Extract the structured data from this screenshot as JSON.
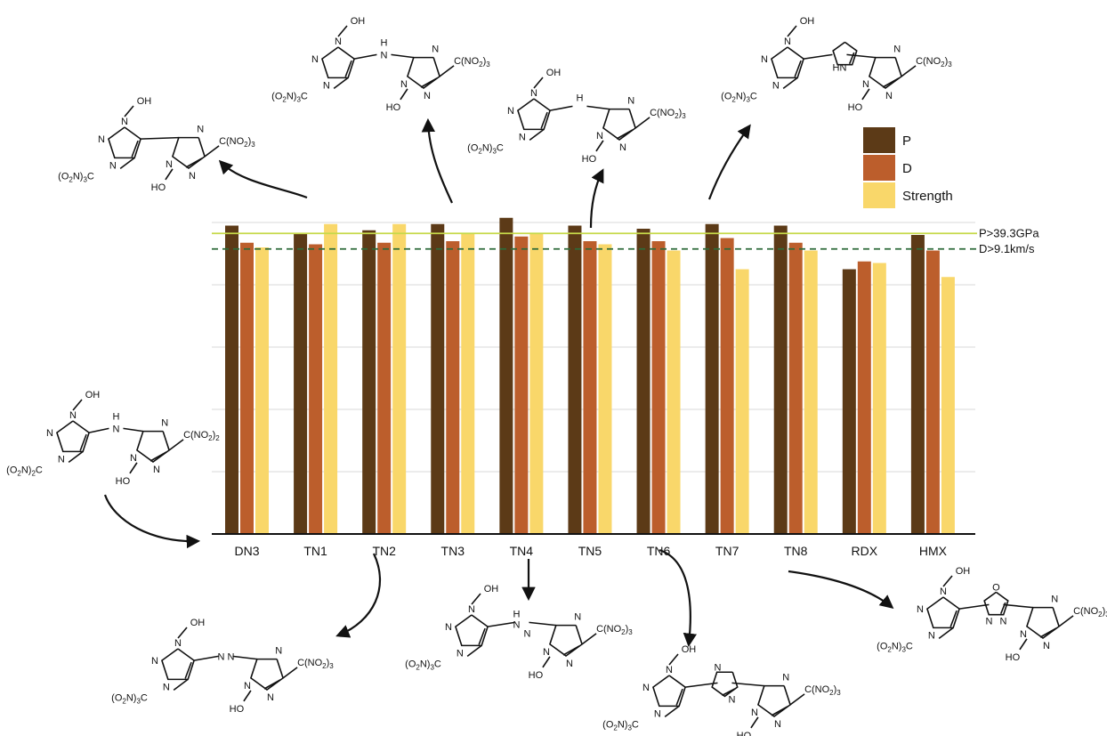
{
  "chart_data": {
    "type": "bar",
    "title": "",
    "xlabel": "",
    "ylabel": "",
    "ylim": [
      0,
      100
    ],
    "categories": [
      "DN3",
      "TN1",
      "TN2",
      "TN3",
      "TN4",
      "TN5",
      "TN6",
      "TN7",
      "TN8",
      "RDX",
      "HMX"
    ],
    "series": [
      {
        "name": "P",
        "color": "#5c3a17",
        "values": [
          99.0,
          96.5,
          97.5,
          99.5,
          101.5,
          99.0,
          98.0,
          99.5,
          99.0,
          85.0,
          96.0
        ]
      },
      {
        "name": "D",
        "color": "#bc5e2c",
        "values": [
          93.5,
          93.0,
          93.5,
          94.0,
          95.5,
          94.0,
          94.0,
          95.0,
          93.5,
          87.5,
          91.0
        ]
      },
      {
        "name": "Strength",
        "color": "#f9d76a",
        "values": [
          92.0,
          99.5,
          99.5,
          96.5,
          96.5,
          93.0,
          91.0,
          85.0,
          91.0,
          87.0,
          82.5
        ]
      }
    ],
    "thresholds": [
      {
        "label": "P>39.3GPa",
        "value": 96.5,
        "color": "#c6d94a",
        "style": "solid"
      },
      {
        "label": "D>9.1km/s",
        "value": 91.5,
        "color": "#2e6b3a",
        "style": "dashed"
      }
    ],
    "gridlines": [
      20,
      40,
      60,
      80
    ],
    "grid": true,
    "legend_position": "top-right"
  },
  "structures": {
    "common": {
      "oh": "OH",
      "ho": "HO",
      "n": "N",
      "h": "H",
      "h2": "H",
      "hn": "HN",
      "o": "O",
      "c_no2_3": "C(NO",
      "o2n_3c": "(O",
      "c_no2_2": "C(NO"
    }
  }
}
